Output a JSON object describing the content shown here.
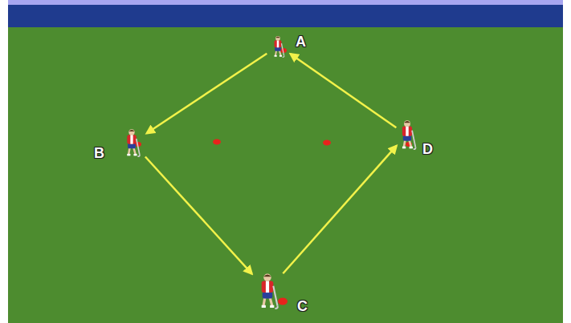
{
  "diagram": {
    "nodes": [
      {
        "text": [
          "A"
        ]
      },
      {
        "text": [
          "B"
        ]
      },
      {
        "text": [
          "D"
        ]
      },
      {
        "text": [
          "C"
        ]
      }
    ],
    "edges": [
      {
        "from": 0,
        "to": 1,
        "arrow": "to"
      },
      {
        "from": 1,
        "to": 3,
        "arrow": "to"
      },
      {
        "from": 3,
        "to": 2,
        "arrow": "to"
      },
      {
        "from": 2,
        "to": 0,
        "arrow": "to"
      }
    ]
  }
}
